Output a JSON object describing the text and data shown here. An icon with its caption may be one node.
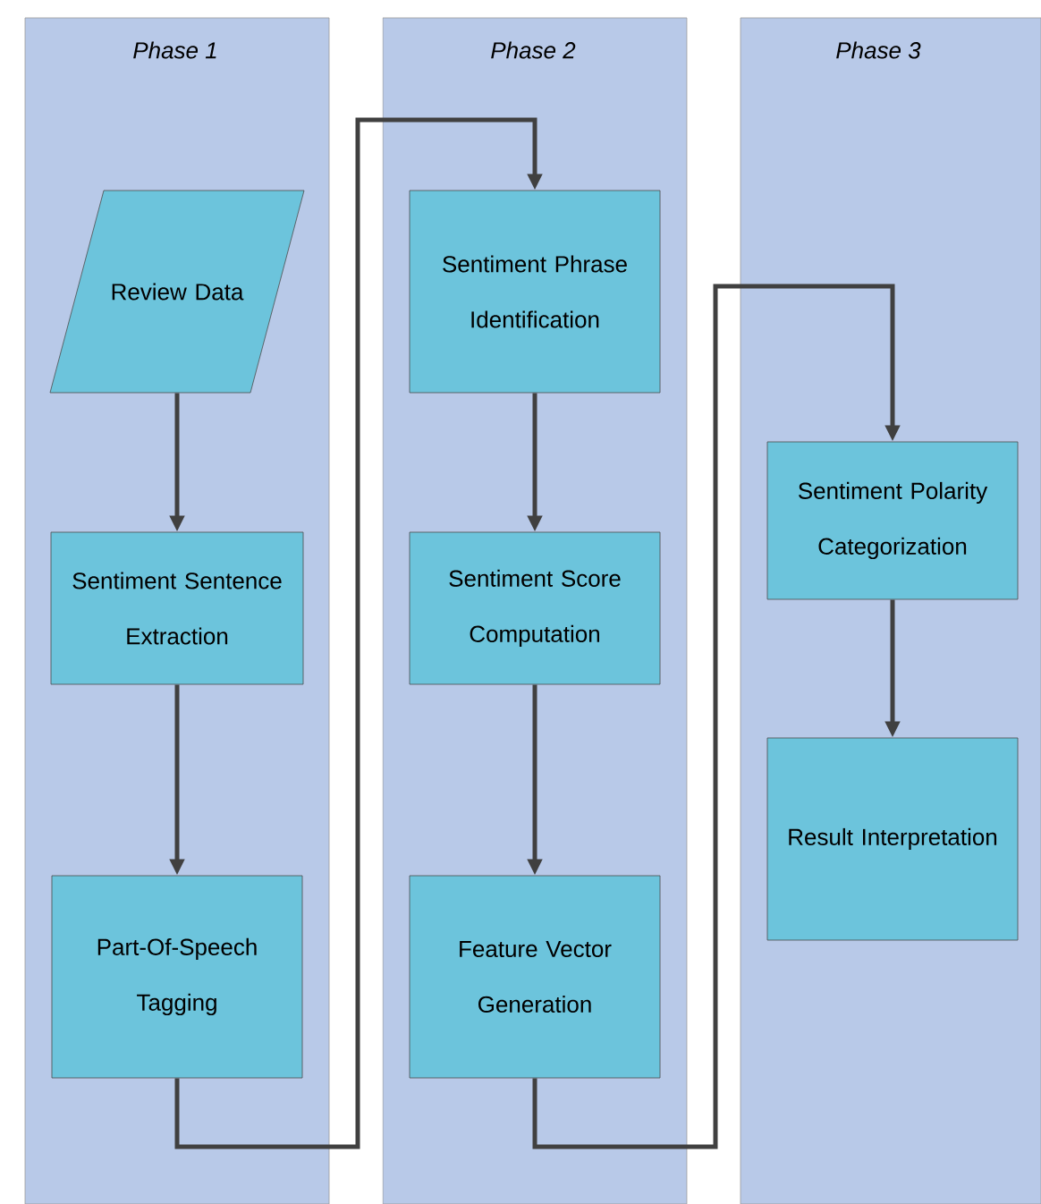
{
  "diagram": {
    "nodes": [
      {
        "text": [
          "Phase 1"
        ]
      },
      {
        "text": [
          "Phase 2"
        ]
      },
      {
        "text": [
          "Phase 3"
        ]
      },
      {
        "text": [
          "Review Data"
        ],
        "in": 0
      },
      {
        "text": [
          "Sentiment Sentence Extraction"
        ],
        "in": 0
      },
      {
        "text": [
          "Part-Of-Speech Tagging"
        ],
        "in": 0
      },
      {
        "text": [
          "Sentiment Phrase Identification"
        ],
        "in": 1
      },
      {
        "text": [
          "Sentiment Score Computation"
        ],
        "in": 1
      },
      {
        "text": [
          "Feature Vector Generation"
        ],
        "in": 1
      },
      {
        "text": [
          "Sentiment Polarity Categorization"
        ],
        "in": 2
      },
      {
        "text": [
          "Result Interpretation"
        ],
        "in": 2
      }
    ],
    "edges": [
      {
        "from": 3,
        "to": 4,
        "arrow": "to"
      },
      {
        "from": 4,
        "to": 5,
        "arrow": "to"
      },
      {
        "from": 5,
        "to": 6,
        "arrow": "to"
      },
      {
        "from": 6,
        "to": 7,
        "arrow": "to"
      },
      {
        "from": 7,
        "to": 8,
        "arrow": "to"
      },
      {
        "from": 8,
        "to": 9,
        "arrow": "to"
      },
      {
        "from": 9,
        "to": 10,
        "arrow": "to"
      }
    ]
  }
}
